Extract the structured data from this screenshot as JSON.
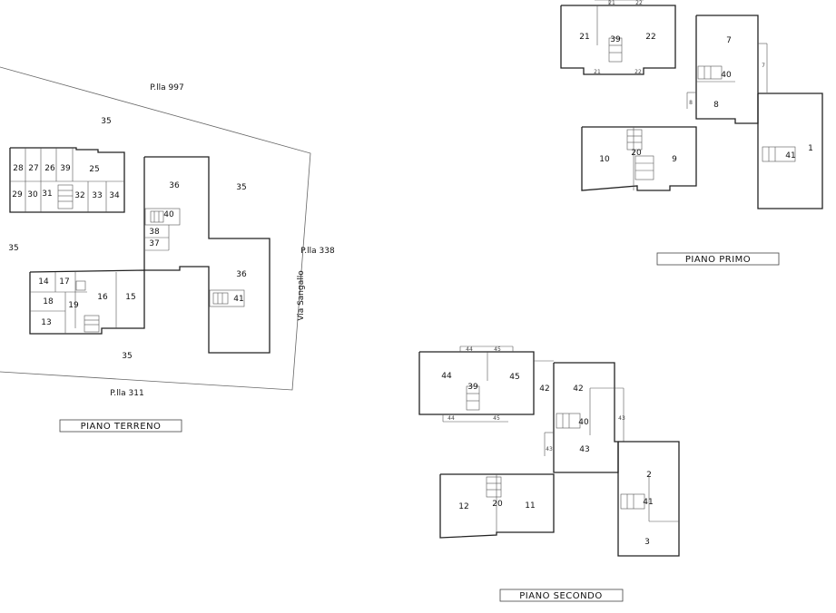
{
  "floors": {
    "ground": "PIANO    TERRENO",
    "first": "PIANO    PRIMO",
    "second": "PIANO    SECONDO"
  },
  "parcels": {
    "north": "P.lla 997",
    "east": "P.lla 338",
    "south": "P.lla 311",
    "street": "Via Sangallo"
  },
  "ground_units": {
    "u35a": "35",
    "u35b": "35",
    "u35c": "35",
    "u35d": "35",
    "u28": "28",
    "u27": "27",
    "u26": "26",
    "u39": "39",
    "u25": "25",
    "u29": "29",
    "u30": "30",
    "u31": "31",
    "u32": "32",
    "u33": "33",
    "u34": "34",
    "u36a": "36",
    "u36b": "36",
    "u40": "40",
    "u38": "38",
    "u37": "37",
    "u41": "41",
    "u14": "14",
    "u17": "17",
    "u16": "16",
    "u15": "15",
    "u18": "18",
    "u19": "19",
    "u13": "13"
  },
  "first_units": {
    "u21": "21",
    "u39": "39",
    "u22": "22",
    "u21s": "21",
    "u22s": "22",
    "u21b": "21",
    "u22b": "22",
    "u7": "7",
    "u7s": "7",
    "u40": "40",
    "u8": "8",
    "u8s": "8",
    "u10": "10",
    "u20": "20",
    "u9": "9",
    "u1": "1",
    "u41": "41"
  },
  "second_units": {
    "u44": "44",
    "u45": "45",
    "u44t": "44",
    "u45t": "45",
    "u44b": "44",
    "u45b": "45",
    "u39": "39",
    "u42a": "42",
    "u42b": "42",
    "u40": "40",
    "u43": "43",
    "u43s": "43",
    "u43s2": "43",
    "u12": "12",
    "u20": "20",
    "u11": "11",
    "u2": "2",
    "u41": "41",
    "u3": "3"
  }
}
